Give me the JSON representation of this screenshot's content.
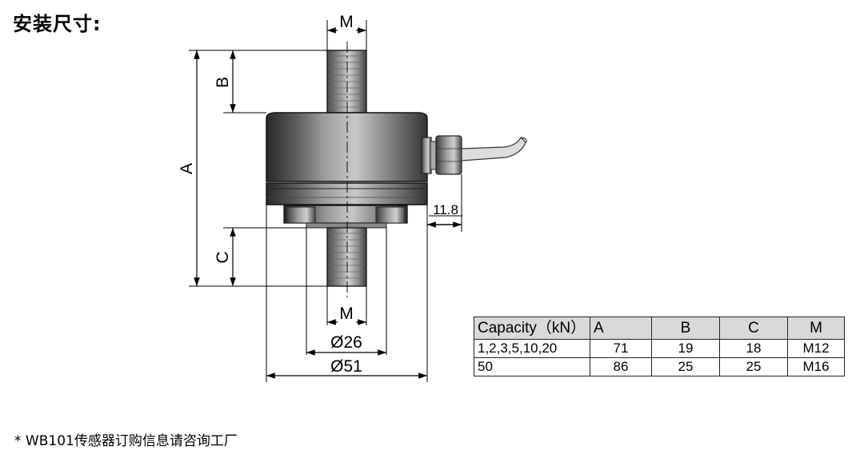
{
  "title": "安装尺寸:",
  "footnote": "* WB101传感器订购信息请咨询工厂",
  "dimensions": {
    "top_thread": "M",
    "bottom_thread": "M",
    "height_a": "A",
    "height_b": "B",
    "height_c": "C",
    "offset": "11.8",
    "diameter_inner": "Ø26",
    "diameter_outer": "Ø51"
  },
  "table": {
    "headers": [
      "Capacity（kN）",
      "A",
      "B",
      "C",
      "M"
    ],
    "rows": [
      [
        "1,2,3,5,10,20",
        "71",
        "19",
        "18",
        "M12"
      ],
      [
        "50",
        "86",
        "25",
        "25",
        "M16"
      ]
    ]
  }
}
